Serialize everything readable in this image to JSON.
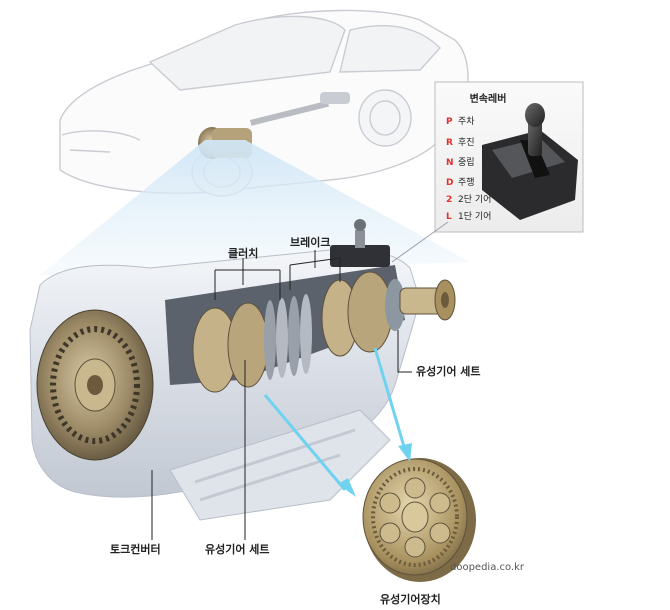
{
  "shift_lever_box": {
    "title": "변속레버",
    "positions": [
      {
        "key": "P",
        "label": "주차"
      },
      {
        "key": "R",
        "label": "후진"
      },
      {
        "key": "N",
        "label": "중립"
      },
      {
        "key": "D",
        "label": "주행"
      },
      {
        "key": "2",
        "label": "2단 기어"
      },
      {
        "key": "L",
        "label": "1단 기어"
      }
    ]
  },
  "labels": {
    "clutch": "클러치",
    "brake": "브레이크",
    "planetary_set_right": "유성기어 세트",
    "torque_converter": "토크컨버터",
    "planetary_set_bottom": "유성기어 세트",
    "planetary_device": "유성기어장치"
  },
  "watermark": "doopedia.co.kr",
  "colors": {
    "leader_blue": "#6fd3f0",
    "legend_red": "#e0322b",
    "housing": "#dfe3ea",
    "gear_gold": "#b9a27a"
  }
}
